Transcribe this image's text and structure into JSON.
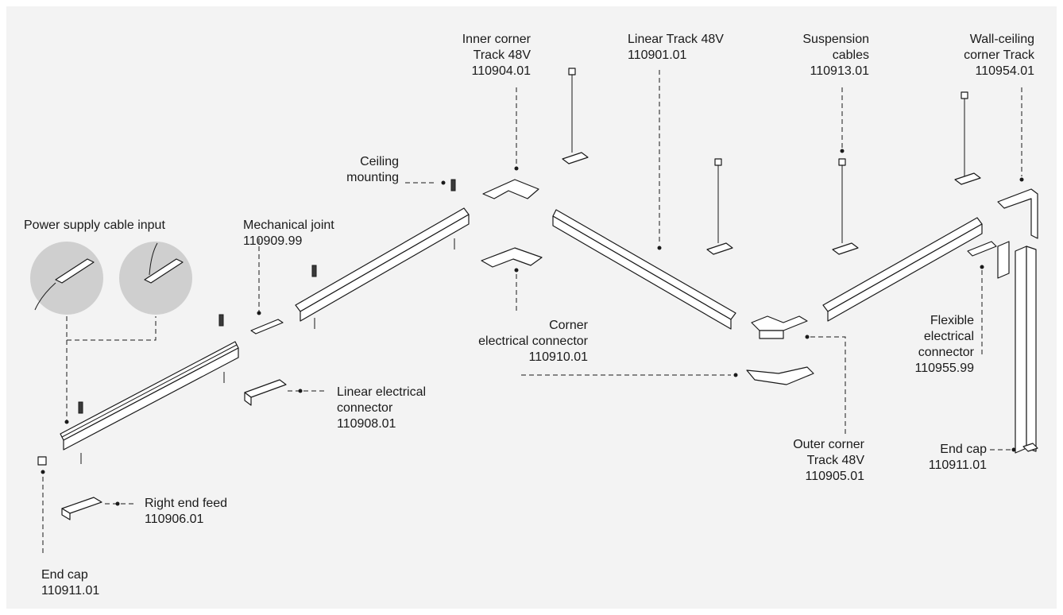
{
  "labels": {
    "power_supply": "Power supply cable input",
    "mechanical_joint": {
      "name": "Mechanical joint",
      "code": "110909.99"
    },
    "ceiling_mounting": {
      "line1": "Ceiling",
      "line2": "mounting"
    },
    "inner_corner": {
      "line1": "Inner corner",
      "line2": "Track 48V",
      "code": "110904.01"
    },
    "linear_track": {
      "name": "Linear Track 48V",
      "code": "110901.01"
    },
    "suspension": {
      "line1": "Suspension",
      "line2": "cables",
      "code": "110913.01"
    },
    "wall_ceiling": {
      "line1": "Wall-ceiling",
      "line2": "corner Track",
      "code": "110954.01"
    },
    "corner_electrical": {
      "line1": "Corner",
      "line2": "electrical connector",
      "code": "110910.01"
    },
    "linear_electrical": {
      "line1": "Linear electrical",
      "line2": "connector",
      "code": "110908.01"
    },
    "flexible": {
      "line1": "Flexible",
      "line2": "electrical",
      "line3": "connector",
      "code": "110955.99"
    },
    "outer_corner": {
      "line1": "Outer corner",
      "line2": "Track 48V",
      "code": "110905.01"
    },
    "end_cap_right": {
      "name": "End cap",
      "code": "110911.01"
    },
    "right_end_feed": {
      "name": "Right end feed",
      "code": "110906.01"
    },
    "end_cap_left": {
      "name": "End cap",
      "code": "110911.01"
    }
  },
  "colors": {
    "background": "#f3f3f3",
    "ink": "#1a1a1a",
    "circle": "#cfcfcf"
  }
}
